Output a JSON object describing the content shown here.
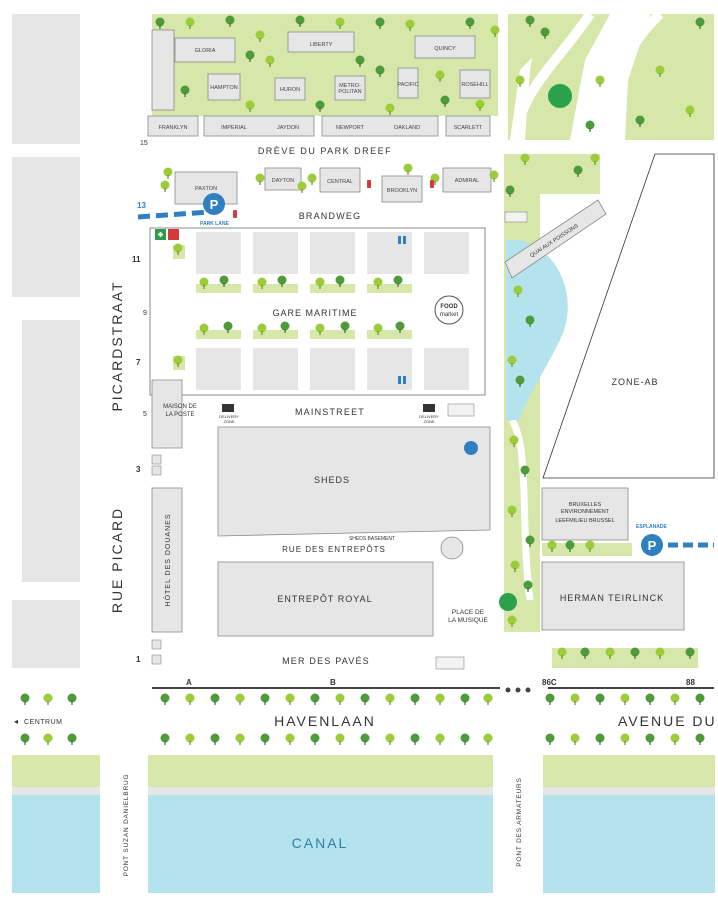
{
  "colors": {
    "building": "#e6e6e6",
    "building_stroke": "#8a8a8a",
    "park": "#d7e7a9",
    "tree_light": "#9ccc3a",
    "tree_dark": "#4f9a3a",
    "water": "#b4e3ee",
    "water_text": "#2f7fa6",
    "road_text": "#333333",
    "parking": "#2f7fc1",
    "first_aid_green": "#2e9a4a",
    "police_red": "#d43a3a",
    "accent_green": "#2aa14b"
  },
  "streets": {
    "dreve": "DRÈVE DU PARK DREEF",
    "brandweg": "BRANDWEG",
    "mainstreet": "MAINSTREET",
    "picardstraat": "PICARDSTRAAT",
    "rue_picard": "RUE PICARD",
    "rue_entrepots": "RUE DES ENTREPÔTS",
    "mer_des_paves": "MER DES PAVÉS",
    "havenlaan": "HAVENLAAN",
    "avenue": "AVENUE DU",
    "quai": "QUAI AUX POISSONS",
    "pont_suzan": "PONT SUZAN DANIELBRUG",
    "pont_armateurs": "PONT DES ARMATEURS",
    "centrum": "CENTRUM",
    "esplanade": "ESPLANADE",
    "park_lane": "PARK LANE"
  },
  "buildings": {
    "gloria": "GLORIA",
    "liberty": "LIBERTY",
    "quincy": "QUINCY",
    "hampton": "HAMPTON",
    "huron": "HURON",
    "metropolitan": "METRO-\nPOLITAN",
    "pacific": "PACIFIC",
    "rosehill": "ROSEHILL",
    "franklyn": "FRANKLYN",
    "imperial": "IMPERIAL",
    "jaydon": "JAYDON",
    "newport": "NEWPORT",
    "oakland": "OAKLAND",
    "scarlett": "SCARLETT",
    "paxton": "PAXTON",
    "dayton": "DAYTON",
    "central": "CENTRAL",
    "brooklyn": "BROOKLYN",
    "admiral": "ADMIRAL",
    "gare_maritime": "GARE MARITIME",
    "maison_poste_1": "MAISON DE",
    "maison_poste_2": "LA POSTE",
    "sheds": "SHEDS",
    "sheds_basement": "SHEDS BASEMENT",
    "hotel_douanes": "HÔTEL DES DOUANES",
    "entrepot_royal": "ENTREPÔT ROYAL",
    "place_musique_1": "PLACE DE",
    "place_musique_2": "LA MUSIQUE",
    "zone_ab": "ZONE-AB",
    "bruxelles_env_1": "BRUXELLES",
    "bruxelles_env_2": "ENVIRONNEMENT",
    "bruxelles_env_3": "LEEFMILIEU BRUSSEL",
    "herman": "HERMAN TEIRLINCK",
    "canal": "CANAL",
    "delivery_1": "DELIVERY",
    "delivery_2": "ZONE",
    "food_market_1": "FOOD",
    "food_market_2": "market"
  },
  "numbers": {
    "n15": "15",
    "n13": "13",
    "n11": "11",
    "n9": "9",
    "n7": "7",
    "n5": "5",
    "n3": "3",
    "n1": "1",
    "a": "A",
    "b": "B",
    "c": "86C",
    "n88": "88"
  },
  "icons": {
    "parking": "P",
    "first_aid": "first-aid-icon",
    "police": "police-icon",
    "toilet": "toilet-icon",
    "bike": "bike-icon",
    "playground": "playground-icon",
    "fire_extinguisher": "fire-extinguisher-icon",
    "delivery": "truck-icon"
  }
}
